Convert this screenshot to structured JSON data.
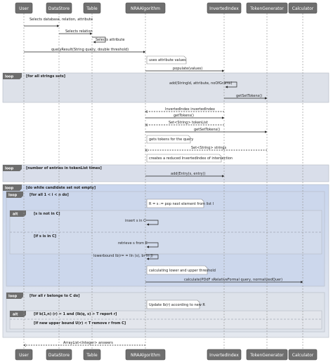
{
  "participants": [
    "User",
    "DataStore",
    "Table",
    "NRAAlgorithm",
    "InvertedIndex",
    "TokenGenerator",
    "Calculator"
  ],
  "colors": {
    "participant_fill": "#6f6f6f",
    "participant_border": "#4a4a4a",
    "participant_text": "#ffffff",
    "frame_fill": "#dbe0ea",
    "frame_tag": "#6d6d6d",
    "arrow": "#222222",
    "note_fill": "#ffffff",
    "note_border": "#888888"
  },
  "messages": {
    "m1": "Selects database, relation, attribute",
    "m2": "Selects relation",
    "m3": "Selects attribute",
    "m4": "queryResult(String query, double threshold)",
    "m5": "populate(values)",
    "m6": "add(StringId, attribute, noOfGrams)",
    "m7": "getSetTokens()",
    "m8": "InvertedIndex invertedIndex",
    "m9": "getTokens()",
    "m10": "Set<String> tokenList",
    "m11": "getSetTokens()",
    "m12": "Set<String> strings",
    "m13": "add(Entry(s, entry))",
    "m14": "insert s in C",
    "m15": "retrieve s from C",
    "m16": "lowerbound lb(r= = lln (s), br in J)",
    "m17": "calculate(PDdF sRelativeFormal query, normalizedQuer)",
    "m18": "ArrayList<Integer> answers"
  },
  "notes": {
    "n1": "uses attribute values",
    "n2": "gets tokens for the query",
    "n3": "creates a reduced InvertedIndex of intersection",
    "n4": "R = s := pop next element from list I",
    "n5": "calculating lower and upper threshold",
    "n6": "Update lb(r) according to new R"
  },
  "fragments": {
    "f1": {
      "tag": "loop",
      "guard": "[for all strings sets]"
    },
    "f2": {
      "tag": "loop",
      "guard": "[number of entries in tokenList times]"
    },
    "f3": {
      "tag": "loop",
      "guard": "[do while candidate set not empty]"
    },
    "f4": {
      "tag": "loop",
      "guard": "[for all 1 < i < n do]"
    },
    "f5": {
      "tag": "alt",
      "guard": "[s is not in C]",
      "guard2": "[if s is in C]"
    },
    "f6": {
      "tag": "loop",
      "guard": "[for all r belonge to C do]"
    },
    "f7": {
      "tag": "alt",
      "guard": "[If b(1,n) (r) = 1 and (lb(q, s) > T report r]",
      "guard2": "[If new upper bound U(r) < T remove r from C]"
    }
  }
}
